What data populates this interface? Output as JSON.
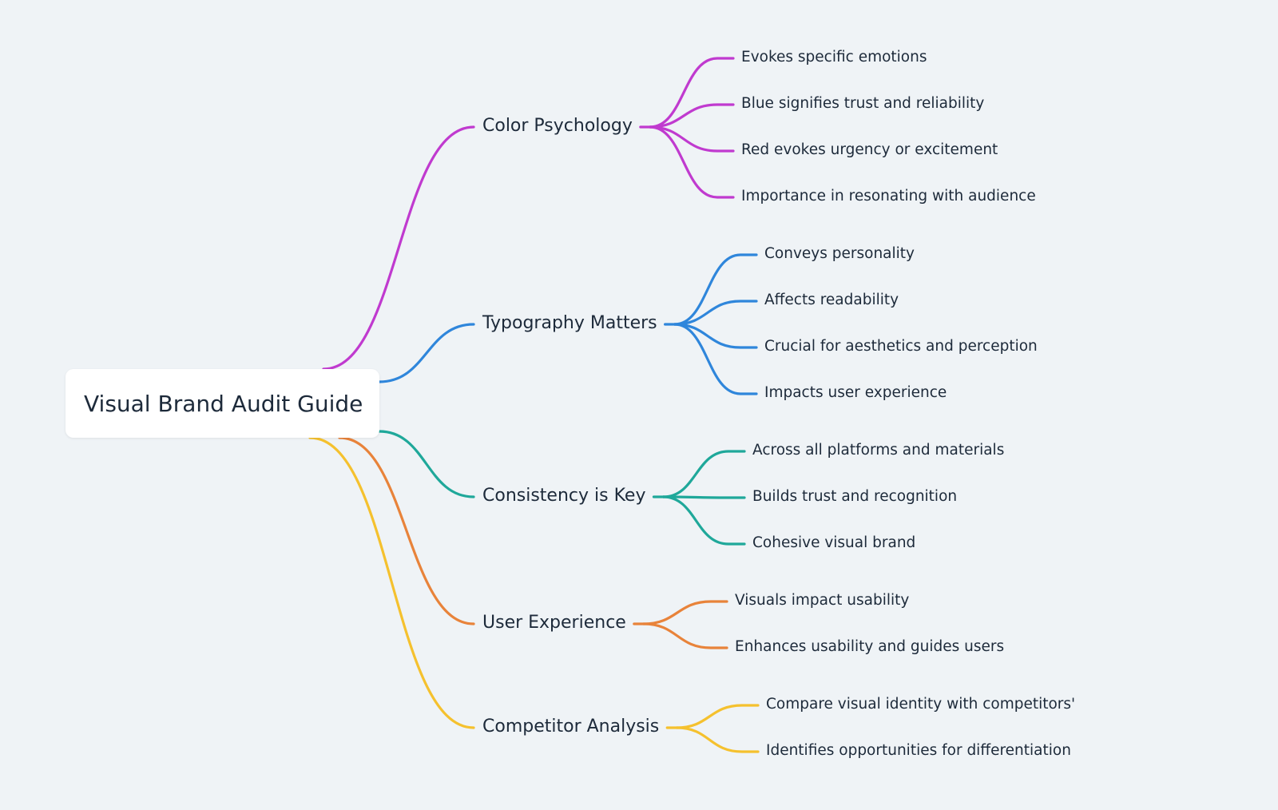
{
  "root": {
    "label": "Visual Brand Audit Guide"
  },
  "branches": [
    {
      "id": "color-psychology",
      "label": "Color Psychology",
      "color": "#c03acf",
      "children": [
        "Evokes specific emotions",
        "Blue signifies trust and reliability",
        "Red evokes urgency or excitement",
        "Importance in resonating with audience"
      ]
    },
    {
      "id": "typography-matters",
      "label": "Typography Matters",
      "color": "#2f86db",
      "children": [
        "Conveys personality",
        "Affects readability",
        "Crucial for aesthetics and perception",
        "Impacts user experience"
      ]
    },
    {
      "id": "consistency-is-key",
      "label": "Consistency is Key",
      "color": "#1fa89a",
      "children": [
        "Across all platforms and materials",
        "Builds trust and recognition",
        "Cohesive visual brand"
      ]
    },
    {
      "id": "user-experience",
      "label": "User Experience",
      "color": "#e8833a",
      "children": [
        "Visuals impact usability",
        "Enhances usability and guides users"
      ]
    },
    {
      "id": "competitor-analysis",
      "label": "Competitor Analysis",
      "color": "#f5c12e",
      "children": [
        "Compare visual identity with competitors'",
        "Identifies opportunities for differentiation"
      ]
    }
  ]
}
